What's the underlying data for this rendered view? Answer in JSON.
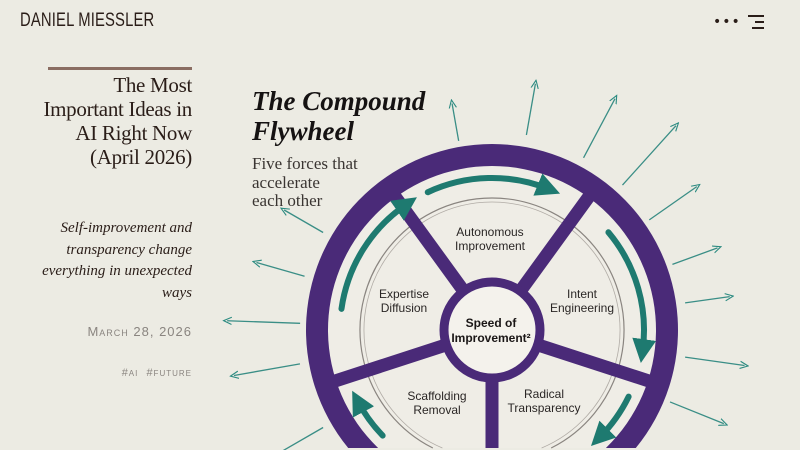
{
  "header": {
    "brand": "DANIEL MIESSLER",
    "more_icon": "ellipsis-icon",
    "menu_icon": "hamburger-icon"
  },
  "article": {
    "title": "The Most Important Ideas in AI Right Now (April 2026)",
    "subtitle": "Self-improvement and transparency change everything in unexpected ways",
    "date": "March 28, 2026",
    "tags": [
      "#ai",
      "#future"
    ]
  },
  "figure": {
    "title_line1": "The Compound",
    "title_line2": "Flywheel",
    "subtitle_lines": [
      "Five forces that",
      "accelerate",
      "each other"
    ],
    "hub_line1": "Speed of",
    "hub_line2": "Improvement²",
    "segments": [
      {
        "line1": "Autonomous",
        "line2": "Improvement"
      },
      {
        "line1": "Intent",
        "line2": "Engineering"
      },
      {
        "line1": "Radical",
        "line2": "Transparency"
      },
      {
        "line1": "Scaffolding",
        "line2": "Removal"
      },
      {
        "line1": "Expertise",
        "line2": "Diffusion"
      }
    ],
    "colors": {
      "ring": "#4a2a78",
      "arrow": "#1e7a70",
      "background": "#ecebe3"
    }
  }
}
